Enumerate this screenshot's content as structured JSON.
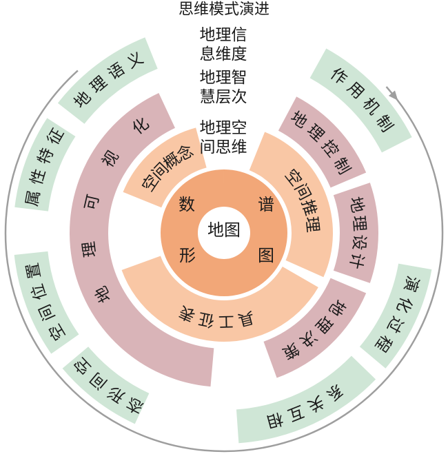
{
  "title": "思维模式演进",
  "top_stack": {
    "geo_info_dimension": [
      "地理信",
      "息维度"
    ],
    "geo_wisdom_level": [
      "地理智",
      "慧层次"
    ],
    "geo_spatial_thinking": [
      "地理空",
      "间思维"
    ]
  },
  "center": "地图",
  "inner_ring": [
    "数",
    "谱",
    "形",
    "图"
  ],
  "middle_ring": {
    "spatial_concept": "空间概念",
    "spatial_reasoning": "空间推理",
    "representation_tools": "表征工具"
  },
  "pink_ring": {
    "geo_visualization": [
      "地",
      "理",
      "可",
      "视",
      "化"
    ],
    "geo_control": "地理控制",
    "geo_design": "地理设计",
    "geo_decision": "地理决策"
  },
  "outer_ring": {
    "geo_semantics": "地理语义",
    "attribute_features": "属性特征",
    "spatial_position": "空间位置",
    "spatial_morphology": "空间形态",
    "interaction_relations": "相互关系",
    "evolution_process": "演化过程",
    "action_mechanism": "作用机制"
  },
  "colors": {
    "outer_ring": "#cfe6d6",
    "pink_ring": "#d9b4b8",
    "middle_ring": "#f9c7a5",
    "inner_ring": "#f2a778",
    "circle_stroke": "#9e9e9e"
  }
}
